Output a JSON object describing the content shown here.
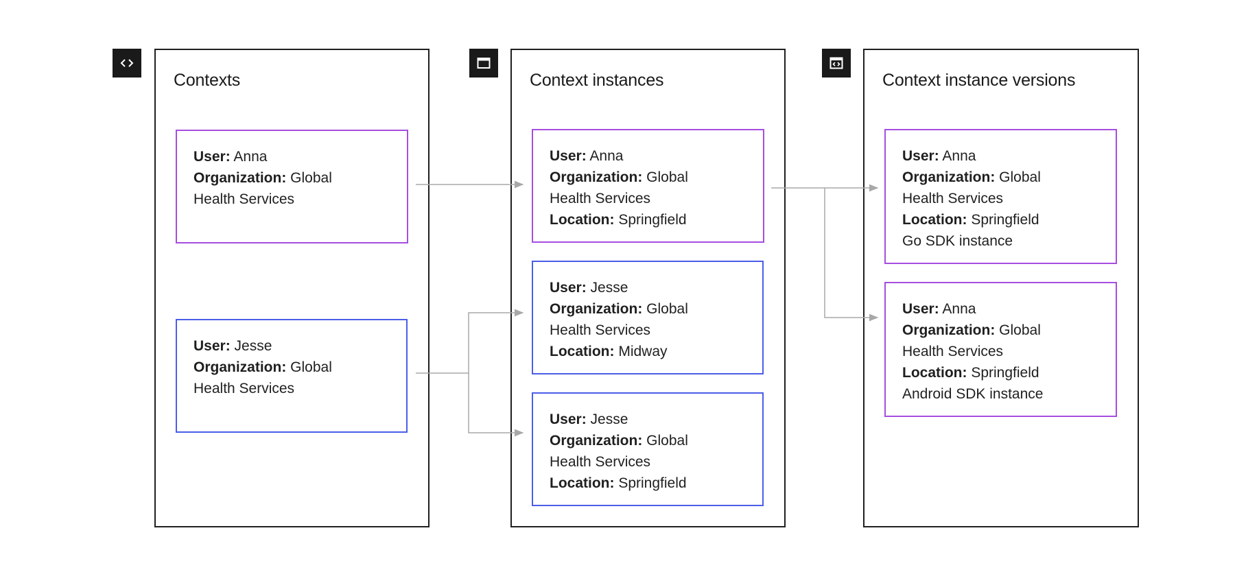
{
  "colors": {
    "purple": "#a64de0",
    "blue": "#4a5de8",
    "connector": "#a8a8a8",
    "icon_bg": "#1a1a1a"
  },
  "panels": [
    {
      "title": "Contexts",
      "icon": "code-brackets-icon",
      "cards": [
        {
          "color": "purple",
          "lines": [
            {
              "key": "User:",
              "value": " Anna"
            },
            {
              "key": "Organization:",
              "value": " Global"
            },
            {
              "key": "",
              "value": "Health Services"
            }
          ]
        },
        {
          "color": "blue",
          "lines": [
            {
              "key": "User:",
              "value": " Jesse"
            },
            {
              "key": "Organization:",
              "value": " Global"
            },
            {
              "key": "",
              "value": "Health Services"
            }
          ]
        }
      ]
    },
    {
      "title": "Context instances",
      "icon": "browser-window-icon",
      "cards": [
        {
          "color": "purple",
          "lines": [
            {
              "key": "User:",
              "value": " Anna"
            },
            {
              "key": "Organization:",
              "value": " Global"
            },
            {
              "key": "",
              "value": "Health Services"
            },
            {
              "key": "Location:",
              "value": " Springfield"
            }
          ]
        },
        {
          "color": "blue",
          "lines": [
            {
              "key": "User:",
              "value": " Jesse"
            },
            {
              "key": "Organization:",
              "value": " Global"
            },
            {
              "key": "",
              "value": "Health Services"
            },
            {
              "key": "Location:",
              "value": " Midway"
            }
          ]
        },
        {
          "color": "blue",
          "lines": [
            {
              "key": "User:",
              "value": " Jesse"
            },
            {
              "key": "Organization:",
              "value": " Global"
            },
            {
              "key": "",
              "value": "Health Services"
            },
            {
              "key": "Location:",
              "value": " Springfield"
            }
          ]
        }
      ]
    },
    {
      "title": "Context instance versions",
      "icon": "window-code-icon",
      "cards": [
        {
          "color": "purple",
          "lines": [
            {
              "key": "User:",
              "value": " Anna"
            },
            {
              "key": "Organization:",
              "value": " Global"
            },
            {
              "key": "",
              "value": "Health Services"
            },
            {
              "key": "Location:",
              "value": " Springfield"
            },
            {
              "key": "",
              "value": "Go SDK instance"
            }
          ]
        },
        {
          "color": "purple",
          "lines": [
            {
              "key": "User:",
              "value": " Anna"
            },
            {
              "key": "Organization:",
              "value": " Global"
            },
            {
              "key": "",
              "value": "Health Services"
            },
            {
              "key": "Location:",
              "value": " Springfield"
            },
            {
              "key": "",
              "value": "Android SDK instance"
            }
          ]
        }
      ]
    }
  ]
}
